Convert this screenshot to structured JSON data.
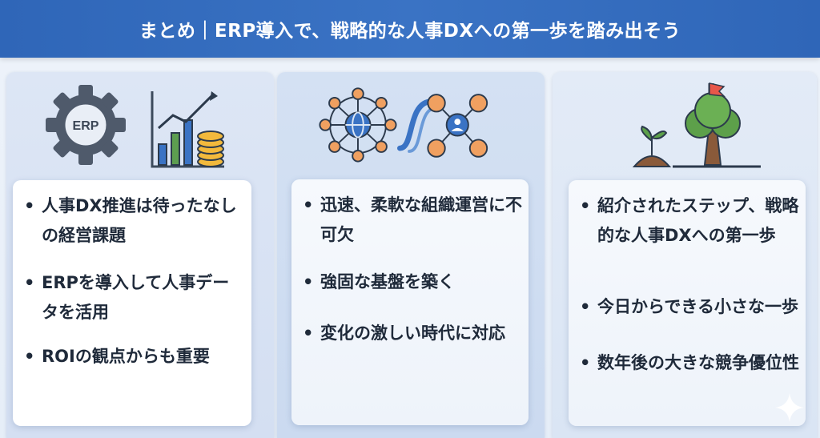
{
  "header": {
    "title": "まとめ｜ERP導入で、戦略的な人事DXへの第一歩を踏み出そう"
  },
  "panels": [
    {
      "icon_labels": {
        "gear": "ERP"
      },
      "bullets": [
        "人事DX推進は待ったなしの経営課題",
        "ERPを導入して人事データを活用",
        "ROIの観点からも重要"
      ]
    },
    {
      "bullets": [
        "迅速、柔軟な組織運営に不可欠",
        "強固な基盤を築く",
        "変化の激しい時代に対応"
      ]
    },
    {
      "bullets": [
        "紹介されたステップ、戦略的な人事DXへの第一歩",
        "今日からできる小さな一歩",
        "数年後の大きな競争優位性"
      ]
    }
  ],
  "colors": {
    "header": "#2f66b8",
    "icon_dark": "#4a5566",
    "icon_orange": "#f0a060",
    "icon_blue": "#3a73c4",
    "tree_green": "#5da04a",
    "flag_red": "#e8574a"
  }
}
